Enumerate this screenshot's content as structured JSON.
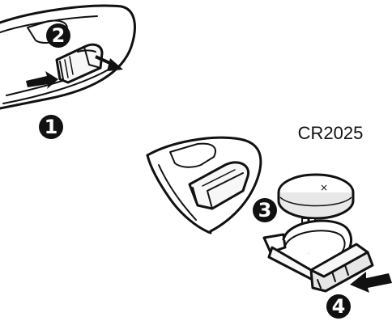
{
  "battery_label": "CR2025",
  "battery_mark": "×",
  "steps": [
    "1",
    "2",
    "3",
    "4"
  ],
  "colors": {
    "ink": "#111111",
    "fill_light": "#f7f7f7",
    "fill_shade": "#cfcfcf",
    "badge": "#111111"
  }
}
